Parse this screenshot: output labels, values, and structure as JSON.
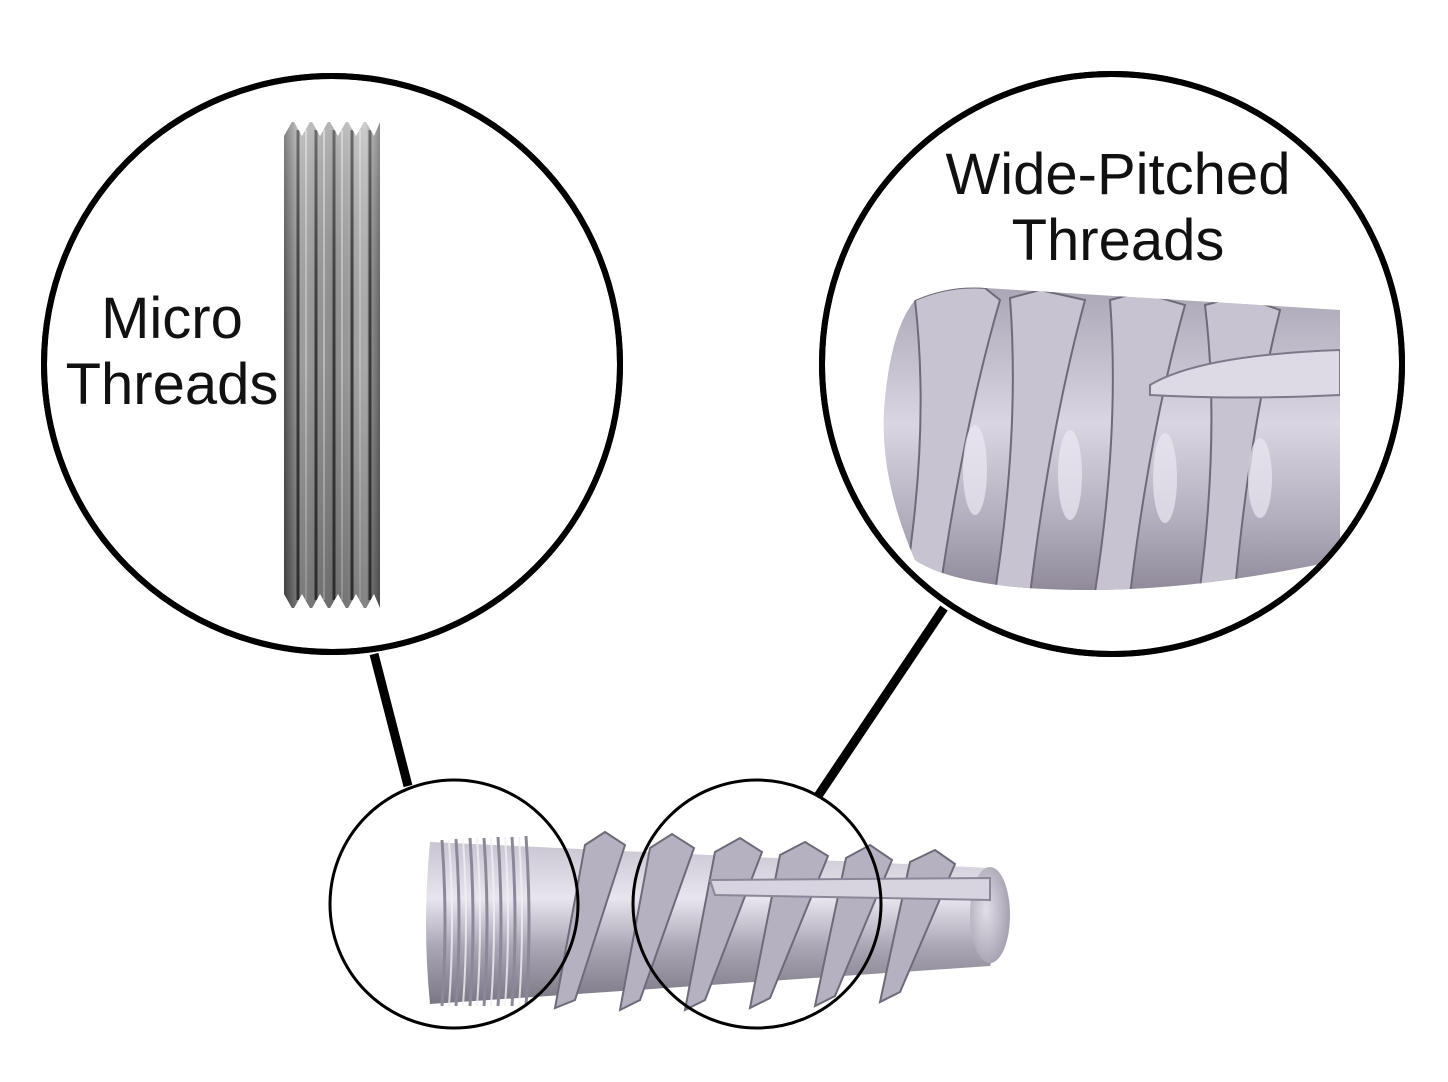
{
  "callouts": {
    "micro": {
      "line1": "Micro",
      "line2": "Threads"
    },
    "wide": {
      "line1": "Wide-Pitched",
      "line2": "Threads"
    }
  },
  "colors": {
    "outline": "#000000",
    "metal_light": "#e6e2ec",
    "metal_mid": "#aaa5b3",
    "metal_dark": "#6f6a78",
    "micro_dark": "#4a4a4a",
    "micro_light": "#a9a9a9"
  },
  "icons": [
    "dental-implant-screw",
    "micro-thread-closeup",
    "wide-thread-closeup"
  ]
}
